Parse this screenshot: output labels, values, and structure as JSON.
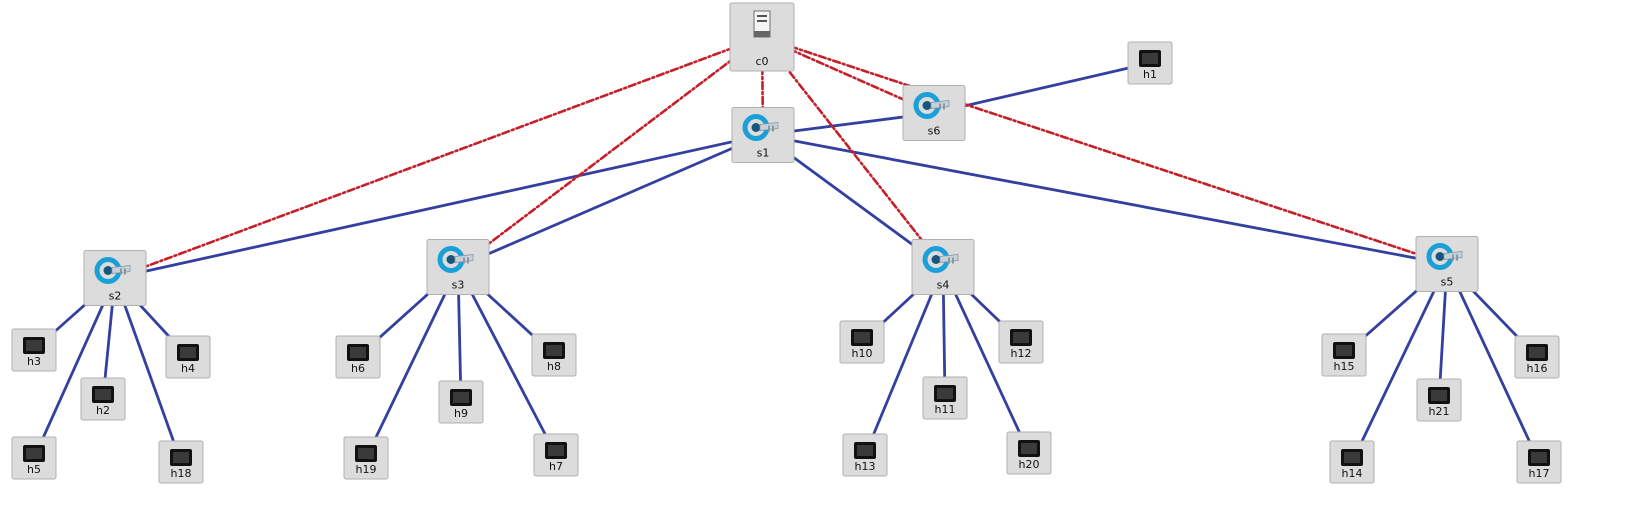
{
  "colors": {
    "background": "#ffffff",
    "node_fill": "#dcdcdc",
    "node_border": "#b0b0b0",
    "data_link": "#3340a0",
    "control_link": "#c4202a",
    "switch_icon_primary": "#1aa0d8",
    "switch_icon_dark": "#17577d",
    "host_screen": "#111111"
  },
  "nodes": [
    {
      "id": "c0",
      "label": "c0",
      "kind": "controller",
      "icon": "server-icon"
    },
    {
      "id": "s1",
      "label": "s1",
      "kind": "switch",
      "icon": "switch-icon"
    },
    {
      "id": "s2",
      "label": "s2",
      "kind": "switch",
      "icon": "switch-icon"
    },
    {
      "id": "s3",
      "label": "s3",
      "kind": "switch",
      "icon": "switch-icon"
    },
    {
      "id": "s4",
      "label": "s4",
      "kind": "switch",
      "icon": "switch-icon"
    },
    {
      "id": "s5",
      "label": "s5",
      "kind": "switch",
      "icon": "switch-icon"
    },
    {
      "id": "s6",
      "label": "s6",
      "kind": "switch",
      "icon": "switch-icon"
    },
    {
      "id": "h1",
      "label": "h1",
      "kind": "host",
      "icon": "terminal-icon"
    },
    {
      "id": "h2",
      "label": "h2",
      "kind": "host",
      "icon": "terminal-icon"
    },
    {
      "id": "h3",
      "label": "h3",
      "kind": "host",
      "icon": "terminal-icon"
    },
    {
      "id": "h4",
      "label": "h4",
      "kind": "host",
      "icon": "terminal-icon"
    },
    {
      "id": "h5",
      "label": "h5",
      "kind": "host",
      "icon": "terminal-icon"
    },
    {
      "id": "h6",
      "label": "h6",
      "kind": "host",
      "icon": "terminal-icon"
    },
    {
      "id": "h7",
      "label": "h7",
      "kind": "host",
      "icon": "terminal-icon"
    },
    {
      "id": "h8",
      "label": "h8",
      "kind": "host",
      "icon": "terminal-icon"
    },
    {
      "id": "h9",
      "label": "h9",
      "kind": "host",
      "icon": "terminal-icon"
    },
    {
      "id": "h10",
      "label": "h10",
      "kind": "host",
      "icon": "terminal-icon"
    },
    {
      "id": "h11",
      "label": "h11",
      "kind": "host",
      "icon": "terminal-icon"
    },
    {
      "id": "h12",
      "label": "h12",
      "kind": "host",
      "icon": "terminal-icon"
    },
    {
      "id": "h13",
      "label": "h13",
      "kind": "host",
      "icon": "terminal-icon"
    },
    {
      "id": "h14",
      "label": "h14",
      "kind": "host",
      "icon": "terminal-icon"
    },
    {
      "id": "h15",
      "label": "h15",
      "kind": "host",
      "icon": "terminal-icon"
    },
    {
      "id": "h16",
      "label": "h16",
      "kind": "host",
      "icon": "terminal-icon"
    },
    {
      "id": "h17",
      "label": "h17",
      "kind": "host",
      "icon": "terminal-icon"
    },
    {
      "id": "h18",
      "label": "h18",
      "kind": "host",
      "icon": "terminal-icon"
    },
    {
      "id": "h19",
      "label": "h19",
      "kind": "host",
      "icon": "terminal-icon"
    },
    {
      "id": "h20",
      "label": "h20",
      "kind": "host",
      "icon": "terminal-icon"
    },
    {
      "id": "h21",
      "label": "h21",
      "kind": "host",
      "icon": "terminal-icon"
    }
  ],
  "links": [
    {
      "from": "s1",
      "to": "s6",
      "style": "solid"
    },
    {
      "from": "s6",
      "to": "h1",
      "style": "solid"
    },
    {
      "from": "s1",
      "to": "s2",
      "style": "solid"
    },
    {
      "from": "s1",
      "to": "s3",
      "style": "solid"
    },
    {
      "from": "s1",
      "to": "s4",
      "style": "solid"
    },
    {
      "from": "s1",
      "to": "s5",
      "style": "solid"
    },
    {
      "from": "s2",
      "to": "h3",
      "style": "solid"
    },
    {
      "from": "s2",
      "to": "h2",
      "style": "solid"
    },
    {
      "from": "s2",
      "to": "h4",
      "style": "solid"
    },
    {
      "from": "s2",
      "to": "h5",
      "style": "solid"
    },
    {
      "from": "s2",
      "to": "h18",
      "style": "solid"
    },
    {
      "from": "s3",
      "to": "h6",
      "style": "solid"
    },
    {
      "from": "s3",
      "to": "h19",
      "style": "solid"
    },
    {
      "from": "s3",
      "to": "h9",
      "style": "solid"
    },
    {
      "from": "s3",
      "to": "h8",
      "style": "solid"
    },
    {
      "from": "s3",
      "to": "h7",
      "style": "solid"
    },
    {
      "from": "s4",
      "to": "h10",
      "style": "solid"
    },
    {
      "from": "s4",
      "to": "h13",
      "style": "solid"
    },
    {
      "from": "s4",
      "to": "h11",
      "style": "solid"
    },
    {
      "from": "s4",
      "to": "h12",
      "style": "solid"
    },
    {
      "from": "s4",
      "to": "h20",
      "style": "solid"
    },
    {
      "from": "s5",
      "to": "h15",
      "style": "solid"
    },
    {
      "from": "s5",
      "to": "h14",
      "style": "solid"
    },
    {
      "from": "s5",
      "to": "h21",
      "style": "solid"
    },
    {
      "from": "s5",
      "to": "h16",
      "style": "solid"
    },
    {
      "from": "s5",
      "to": "h17",
      "style": "solid"
    },
    {
      "from": "c0",
      "to": "s1",
      "style": "dashed"
    },
    {
      "from": "c0",
      "to": "s2",
      "style": "dashed"
    },
    {
      "from": "c0",
      "to": "s3",
      "style": "dashed"
    },
    {
      "from": "c0",
      "to": "s4",
      "style": "dashed"
    },
    {
      "from": "c0",
      "to": "s5",
      "style": "dashed"
    },
    {
      "from": "c0",
      "to": "s6",
      "style": "dashed"
    }
  ]
}
